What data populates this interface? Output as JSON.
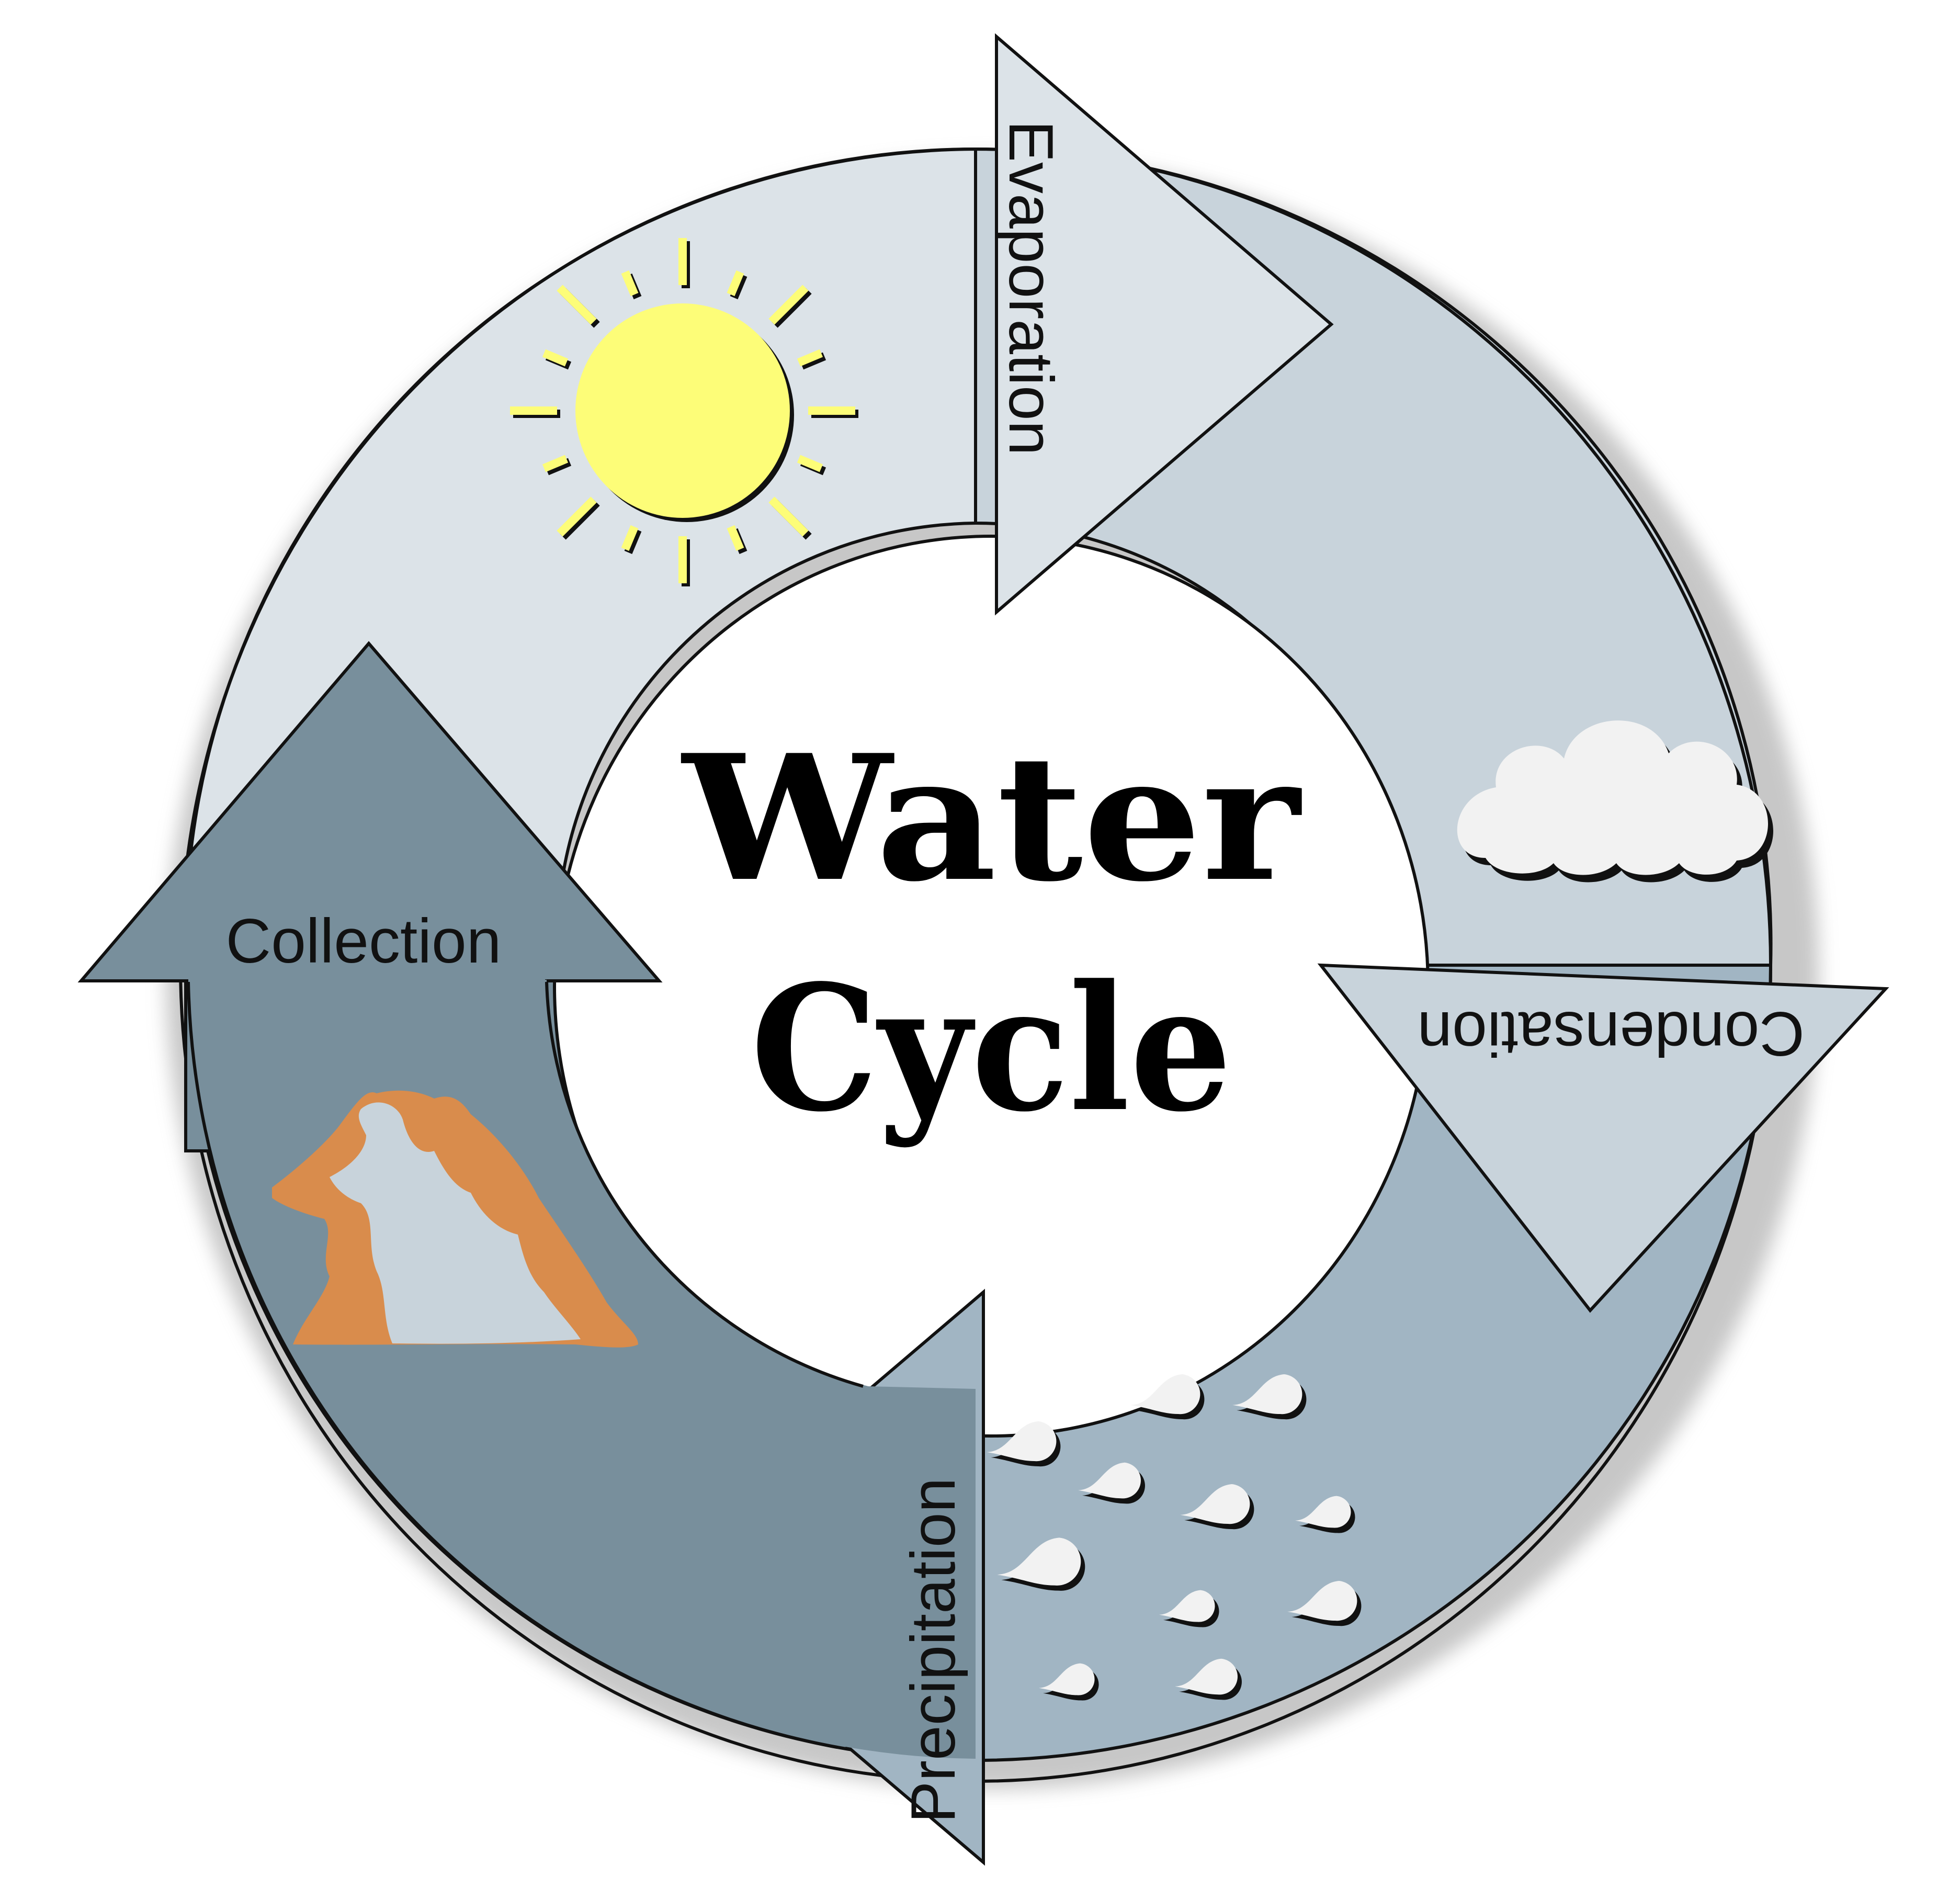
{
  "title": {
    "line1": "Water",
    "line2": "Cycle"
  },
  "stages": [
    {
      "id": "evaporation",
      "label": "Evaporation",
      "icon": "sun-icon",
      "color": "#dce3e8"
    },
    {
      "id": "condensation",
      "label": "Condensation",
      "icon": "cloud-icon",
      "color": "#c8d3db"
    },
    {
      "id": "precipitation",
      "label": "Precipitation",
      "icon": "raindrops-icon",
      "color": "#a1b5c3"
    },
    {
      "id": "collection",
      "label": "Collection",
      "icon": "mountain-lake-icon",
      "color": "#788f9c"
    }
  ],
  "colors": {
    "sun": "#fdfd78",
    "cloud": "#f2f2f2",
    "terrain": "#d98c4c",
    "water": "#c8d3db",
    "outline": "#111111",
    "center": "#ffffff"
  }
}
